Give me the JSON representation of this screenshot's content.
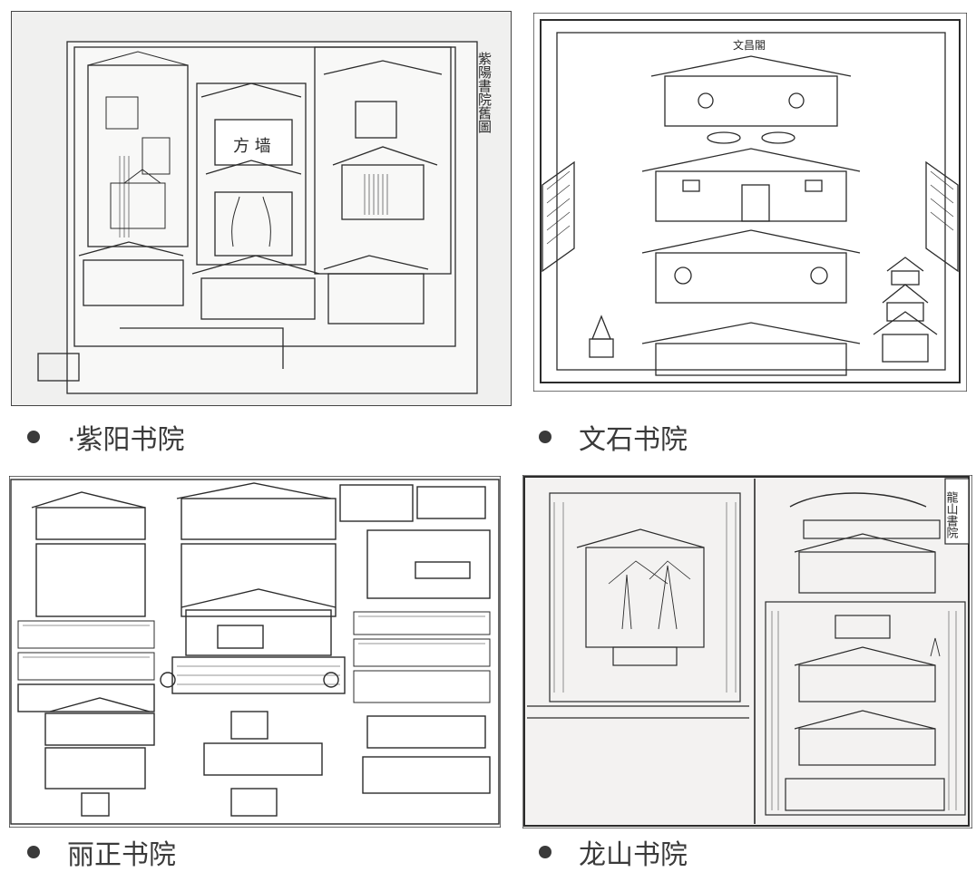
{
  "panels": [
    {
      "caption": "·紫阳书院",
      "inscription": "紫陽書院舊圖",
      "hall_sign": "方 墙"
    },
    {
      "caption": "文石书院",
      "inscription": "文昌閣"
    },
    {
      "caption": "丽正书院"
    },
    {
      "caption": "龙山书院",
      "inscription": "龍山書院"
    }
  ],
  "colors": {
    "ink": "#2b2b2b",
    "paper_gray": "#eeeeee",
    "paper_white": "#ffffff",
    "text": "#3a3a3a"
  }
}
